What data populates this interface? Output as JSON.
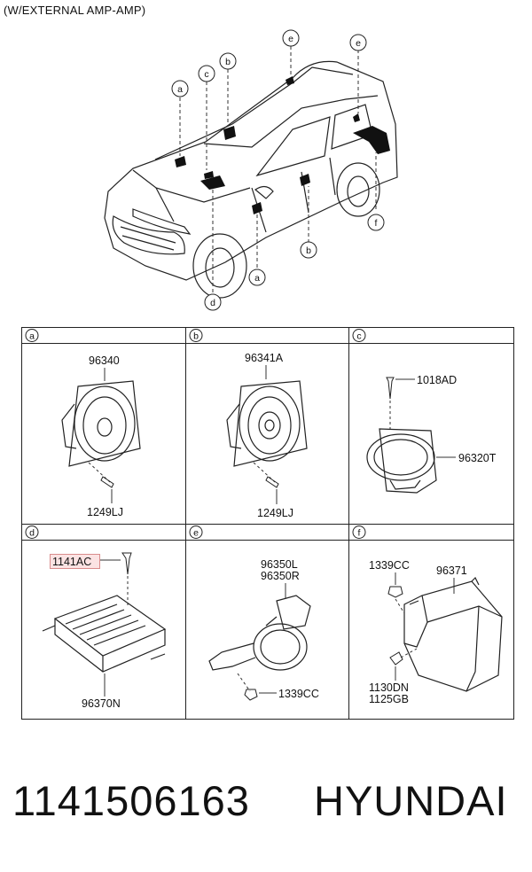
{
  "header": {
    "note": "(W/EXTERNAL AMP-AMP)"
  },
  "vehicle": {
    "callouts": [
      "a",
      "c",
      "b",
      "e",
      "e",
      "f",
      "b",
      "a",
      "d"
    ]
  },
  "panels": [
    {
      "letter": "a",
      "labels": [
        "96340",
        "1249LJ"
      ]
    },
    {
      "letter": "b",
      "labels": [
        "96341A",
        "1249LJ"
      ]
    },
    {
      "letter": "c",
      "labels": [
        "1018AD",
        "96320T"
      ]
    },
    {
      "letter": "d",
      "labels": [
        "1141AC",
        "96370N"
      ]
    },
    {
      "letter": "e",
      "labels": [
        "96350L",
        "96350R",
        "1339CC"
      ]
    },
    {
      "letter": "f",
      "labels": [
        "1339CC",
        "96371",
        "1130DN",
        "1125GB"
      ]
    }
  ],
  "footer": {
    "part_number": "1141506163",
    "brand": "HYUNDAI"
  },
  "colors": {
    "ink": "#111111",
    "highlight_fill": "#fbe3e3",
    "highlight_stroke": "#d98c8c"
  }
}
